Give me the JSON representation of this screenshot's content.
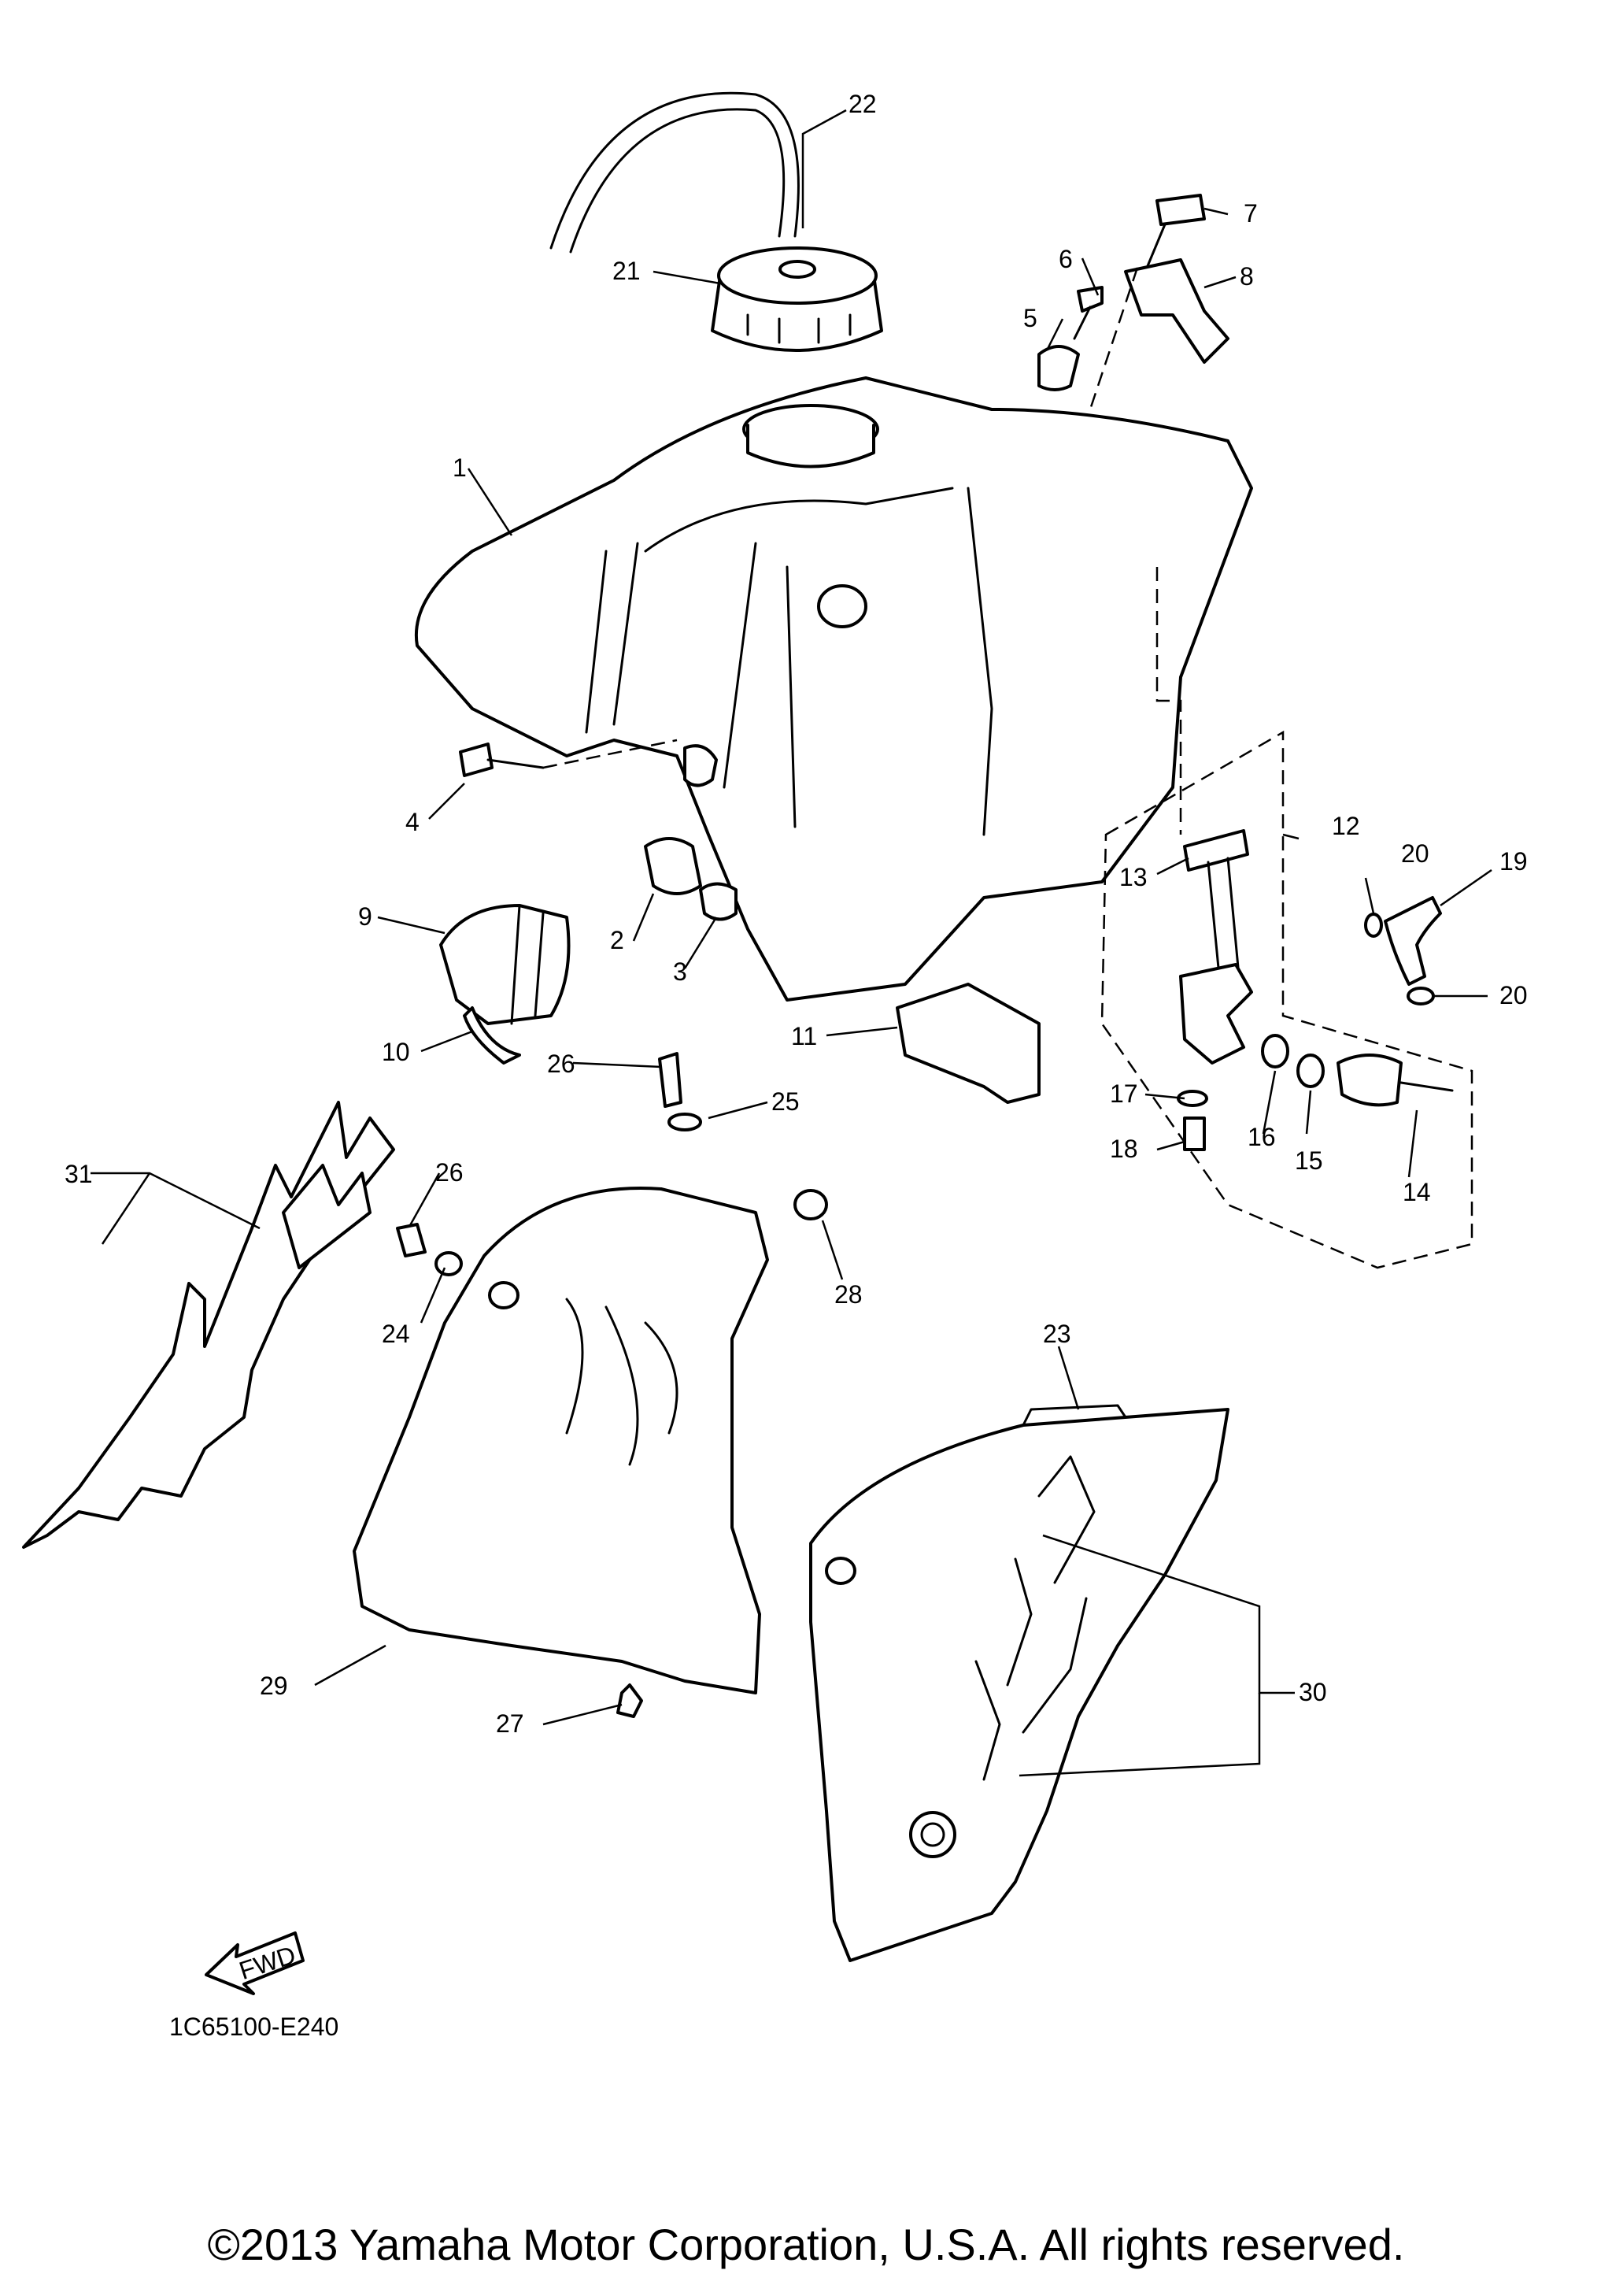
{
  "diagram": {
    "drawing_code": "1C65100-E240",
    "direction_label": "FWD",
    "callouts": [
      "1",
      "2",
      "3",
      "4",
      "5",
      "6",
      "7",
      "8",
      "9",
      "10",
      "11",
      "12",
      "13",
      "14",
      "15",
      "16",
      "17",
      "18",
      "19",
      "20",
      "20",
      "21",
      "22",
      "23",
      "24",
      "25",
      "26",
      "26",
      "27",
      "28",
      "29",
      "30",
      "31"
    ]
  },
  "footer": {
    "copyright": "©2013 Yamaha Motor Corporation, U.S.A. All rights reserved."
  },
  "colors": {
    "line": "#000000",
    "background": "#ffffff"
  }
}
